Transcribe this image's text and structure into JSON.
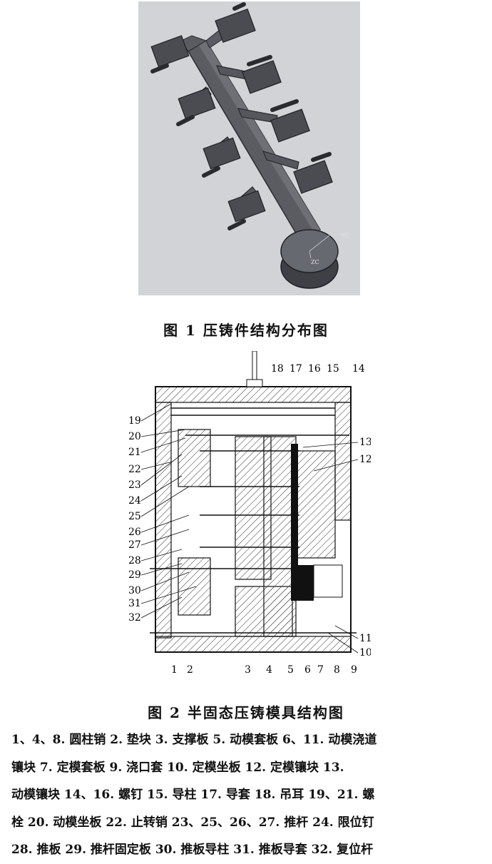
{
  "figure1": {
    "caption": "图 1  压铸件结构分布图",
    "axis_labels": [
      "YC",
      "ZC"
    ]
  },
  "figure2": {
    "caption": "图 2  半固态压铸模具结构图",
    "top_labels": [
      "18",
      "17",
      "16",
      "15",
      "14"
    ],
    "left_labels": [
      "19",
      "20",
      "21",
      "22",
      "23",
      "24",
      "25",
      "26",
      "27",
      "28",
      "29",
      "30",
      "31",
      "32"
    ],
    "right_labels": [
      "13",
      "12",
      "11",
      "10"
    ],
    "bottom_labels": [
      "1",
      "2",
      "3",
      "4",
      "5",
      "6",
      "7",
      "8",
      "9"
    ]
  },
  "legend": {
    "lines": [
      "1、4、8. 圆柱销  2. 垫块  3. 支撑板  5. 动模套板  6、11. 动模浇道",
      "镶块  7. 定模套板  9. 浇口套  10. 定模坐板  12. 定模镶块  13.",
      "动模镶块  14、16. 螺钉  15. 导柱  17. 导套  18. 吊耳  19、21. 螺",
      "栓  20. 动模坐板  22. 止转销  23、25、26、27. 推杆  24. 限位钉",
      "28. 推板  29. 推杆固定板  30. 推板导柱  31. 推板导套  32. 复位杆"
    ]
  }
}
